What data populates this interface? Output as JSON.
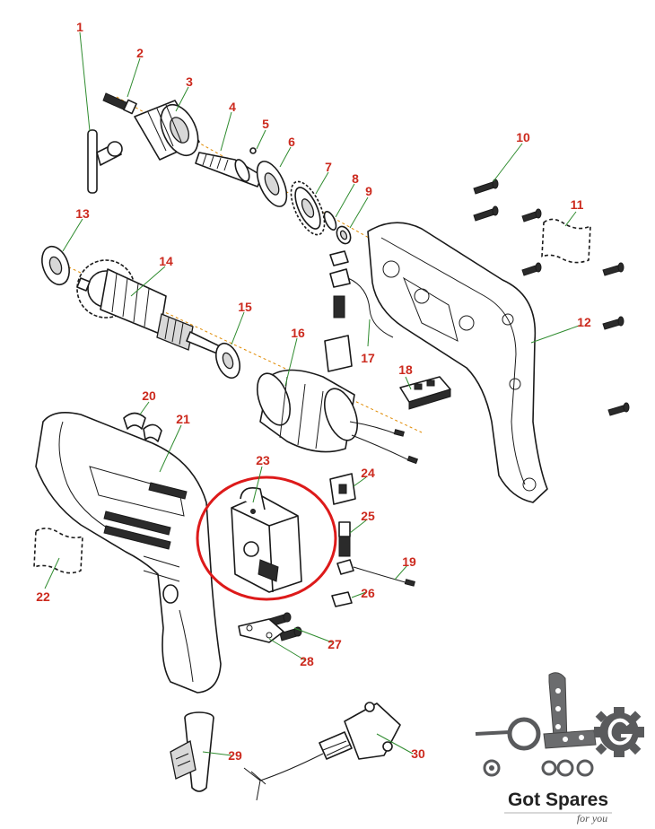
{
  "colors": {
    "callout_text": "#cc2a1e",
    "leader_line": "#2e8b2e",
    "highlight_circle": "#dd1a1a",
    "line_art": "#1a1a1a",
    "axis_dash": "#e08a00",
    "logo_grey": "#595a5c"
  },
  "callouts": [
    "1",
    "2",
    "3",
    "4",
    "5",
    "6",
    "7",
    "8",
    "9",
    "10",
    "11",
    "12",
    "13",
    "14",
    "15",
    "16",
    "17",
    "18",
    "19",
    "20",
    "21",
    "22",
    "23",
    "24",
    "25",
    "26",
    "27",
    "28",
    "29",
    "30"
  ],
  "highlighted_part": "23",
  "logo": {
    "title": "Got Spares",
    "subtitle": "for you",
    "icon": "tools-gear-logo-icon"
  }
}
